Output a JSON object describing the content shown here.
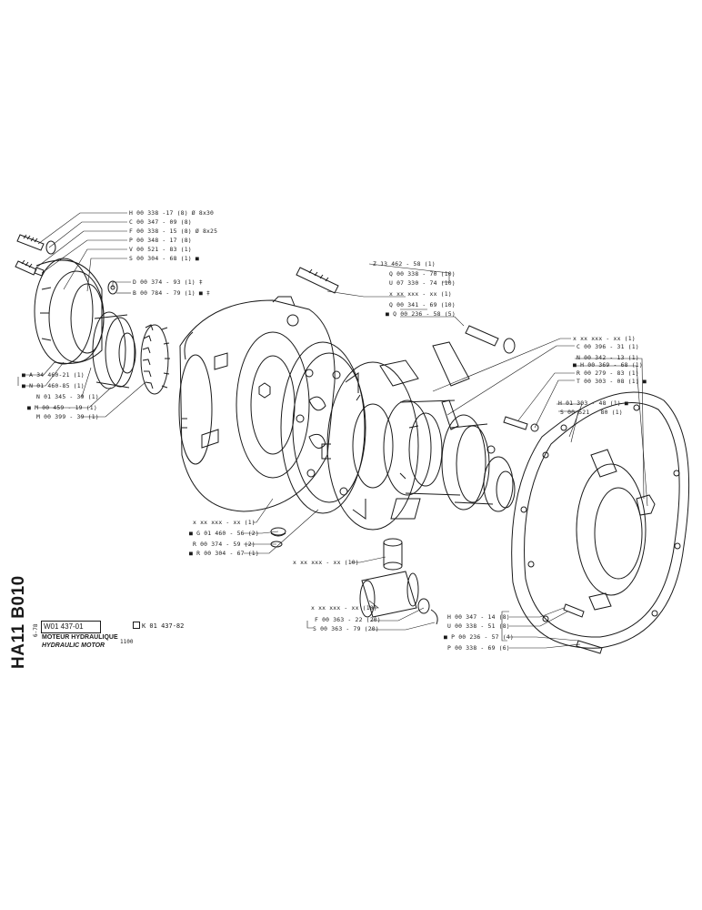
{
  "sheet": {
    "side_code": "HA11 B010",
    "side_date": "6-78",
    "drawing_no": "W01 437-01",
    "ref_no": "K 01 437-82",
    "title_fr": "MOTEUR HYDRAULIQUE",
    "title_en": "HYDRAULIC MOTOR",
    "model": "1100"
  },
  "labels": {
    "l01": "H 00 338 -17 (8) Ø 8x30",
    "l02": "C 00 347 - 09 (8)",
    "l03": "F 00 338 - 15 (8) Ø 8x25",
    "l04": "P 00 348 - 17 (8)",
    "l05": "V 00 521 - 83 (1)",
    "l06": "S 00 304 - 68 (1) ■",
    "l07": "D 00 374 - 93 (1) ‡",
    "l08": "B 00 784 - 79 (1) ■ ‡",
    "l09": "■ A 34 460-21 (1)",
    "l10": "■ N 01 460-85 (1)",
    "l11": "N 01 345 - 39 (1)",
    "l12": "■ M 00 459 - 19 (1)",
    "l13": "M 00 399 - 39 (1)",
    "l14": "Z 13 462 - 58 (1)",
    "l15": "Q 00 338 - 70 (10)",
    "l16": "U 07 330 - 74 (10)",
    "l17": "x xx xxx - xx (1)",
    "l18": "Q 00 341 - 69 (10)",
    "l19": "■ Q 00 236 - 58 (5)",
    "l20": "x xx xxx - xx (1)",
    "l21": "C 00 396 - 31 (1)",
    "l22": "N 00 342 - 13 (1)",
    "l23": "■ H 00 369 - 68 (1)",
    "l24": "R 00 279 - 83 (1)",
    "l25": "T 00 303 - 08 (1) ■",
    "l26": "H 01 303 - 48 (1) ■",
    "l27": "S 00 521 - 80 (1)",
    "l28": "x xx xxx - xx (1)",
    "l29": "■ G 01 460 - 56 (2)",
    "l30": "R 00 374 - 59 (2)",
    "l31": "■ R 00 304 - 67 (1)",
    "l32": "x xx xxx - xx (10)",
    "l33": "x xx xxx - xx (10)",
    "l34": "F 00 363 - 22 (20)",
    "l35": "S 00 363 - 79 (20)",
    "l36": "H 00 347 - 14 (8)",
    "l37": "U 00 338 - 51 (8)",
    "l38": "■ P 00 236 - 57 (4)",
    "l39": "P 00 338 - 69 (6)"
  },
  "colors": {
    "ink": "#1a1a1a",
    "paper": "#ffffff"
  }
}
